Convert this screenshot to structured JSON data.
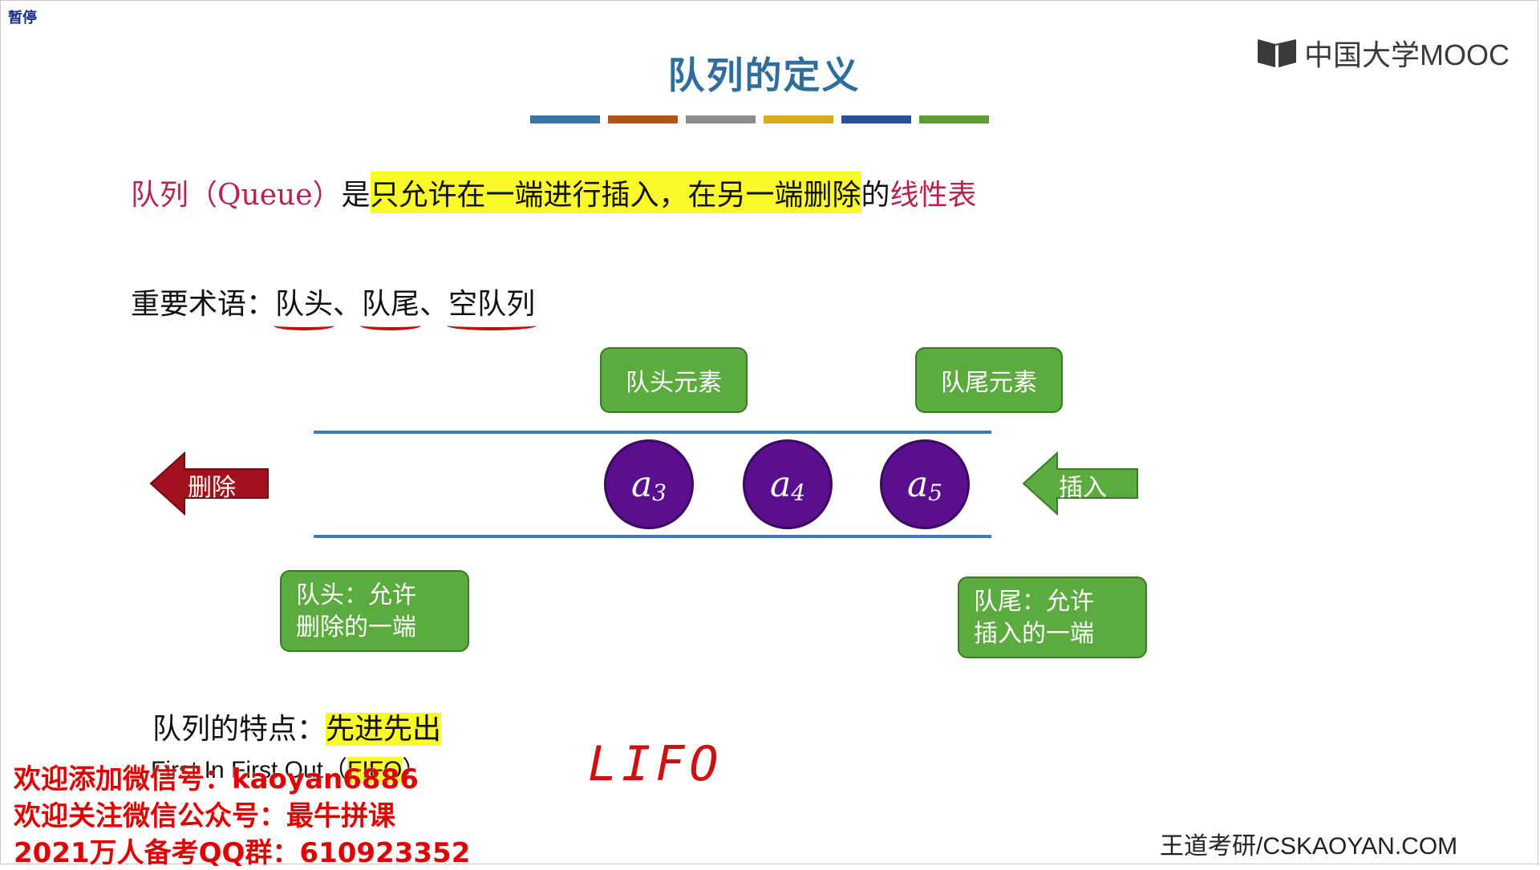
{
  "player": {
    "pause_label": "暂停"
  },
  "slide": {
    "title": "队列的定义",
    "color_bar": [
      "#3d74a7",
      "#b3531c",
      "#8c8c8c",
      "#d8a81e",
      "#2a4f9c",
      "#5c9e34"
    ],
    "logo": {
      "icon": "book-icon",
      "text": "中国大学MOOC"
    },
    "definition": {
      "part1": "队列（Queue）",
      "part2": "是",
      "part3": "只允许在一端进行插入，在另一端删除",
      "part4": "的",
      "part5": "线性表"
    },
    "terms": {
      "prefix": "重要术语：",
      "head": "队头",
      "sep1": "、",
      "tail": "队尾",
      "sep2": "、",
      "empty": "空队列"
    },
    "diagram": {
      "elements": [
        {
          "label": "a",
          "sub": "3"
        },
        {
          "label": "a",
          "sub": "4"
        },
        {
          "label": "a",
          "sub": "5"
        }
      ],
      "head_element_label": "队头元素",
      "tail_element_label": "队尾元素",
      "delete_label": "删除",
      "insert_label": "插入",
      "head_note": [
        "队头：允许",
        "删除的一端"
      ],
      "tail_note": [
        "队尾：允许",
        "插入的一端"
      ],
      "colors": {
        "ball": "#5a0f8f",
        "callout": "#5bab3e",
        "delete_arrow": "#a3101e",
        "insert_arrow": "#5bab3e",
        "rail": "#3e79b8"
      }
    },
    "feature": {
      "prefix": "队列的特点：",
      "highlight": "先进先出",
      "english_prefix": "First In First Out（",
      "english_abbr": "FIFO",
      "english_suffix": "）"
    },
    "handwritten": "LIFO",
    "footer_brand": "王道考研/CSKAOYAN.COM"
  },
  "watermarks": [
    "欢迎添加微信号：kaoyan6886",
    "欢迎关注微信公众号：最牛拼课",
    "2021万人备考QQ群：610923352"
  ]
}
